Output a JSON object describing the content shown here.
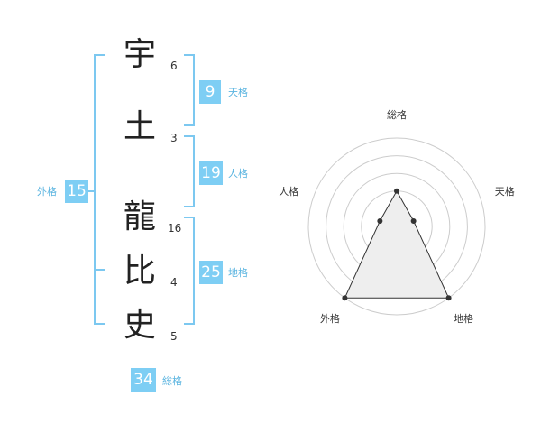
{
  "name_chars": [
    {
      "char": "宇",
      "strokes": "6"
    },
    {
      "char": "土",
      "strokes": "3"
    },
    {
      "char": "龍",
      "strokes": "16"
    },
    {
      "char": "比",
      "strokes": "4"
    },
    {
      "char": "史",
      "strokes": "5"
    }
  ],
  "fortunes": {
    "tenkaku": {
      "value": "9",
      "label": "天格"
    },
    "jinkaku": {
      "value": "19",
      "label": "人格"
    },
    "chikaku": {
      "value": "25",
      "label": "地格"
    },
    "gaikaku": {
      "value": "15",
      "label": "外格"
    },
    "soukaku": {
      "value": "34",
      "label": "総格"
    }
  },
  "radar": {
    "axes": [
      "総格",
      "天格",
      "地格",
      "外格",
      "人格"
    ],
    "levels": 5,
    "values": [
      2,
      1,
      5,
      5,
      1
    ],
    "colors": {
      "grid": "#cccccc",
      "fill": "#eeeeee",
      "line": "#333333"
    }
  },
  "colors": {
    "accent": "#7ecef4",
    "bracket": "#7cc8f0",
    "tag": "#5ab4e0"
  }
}
